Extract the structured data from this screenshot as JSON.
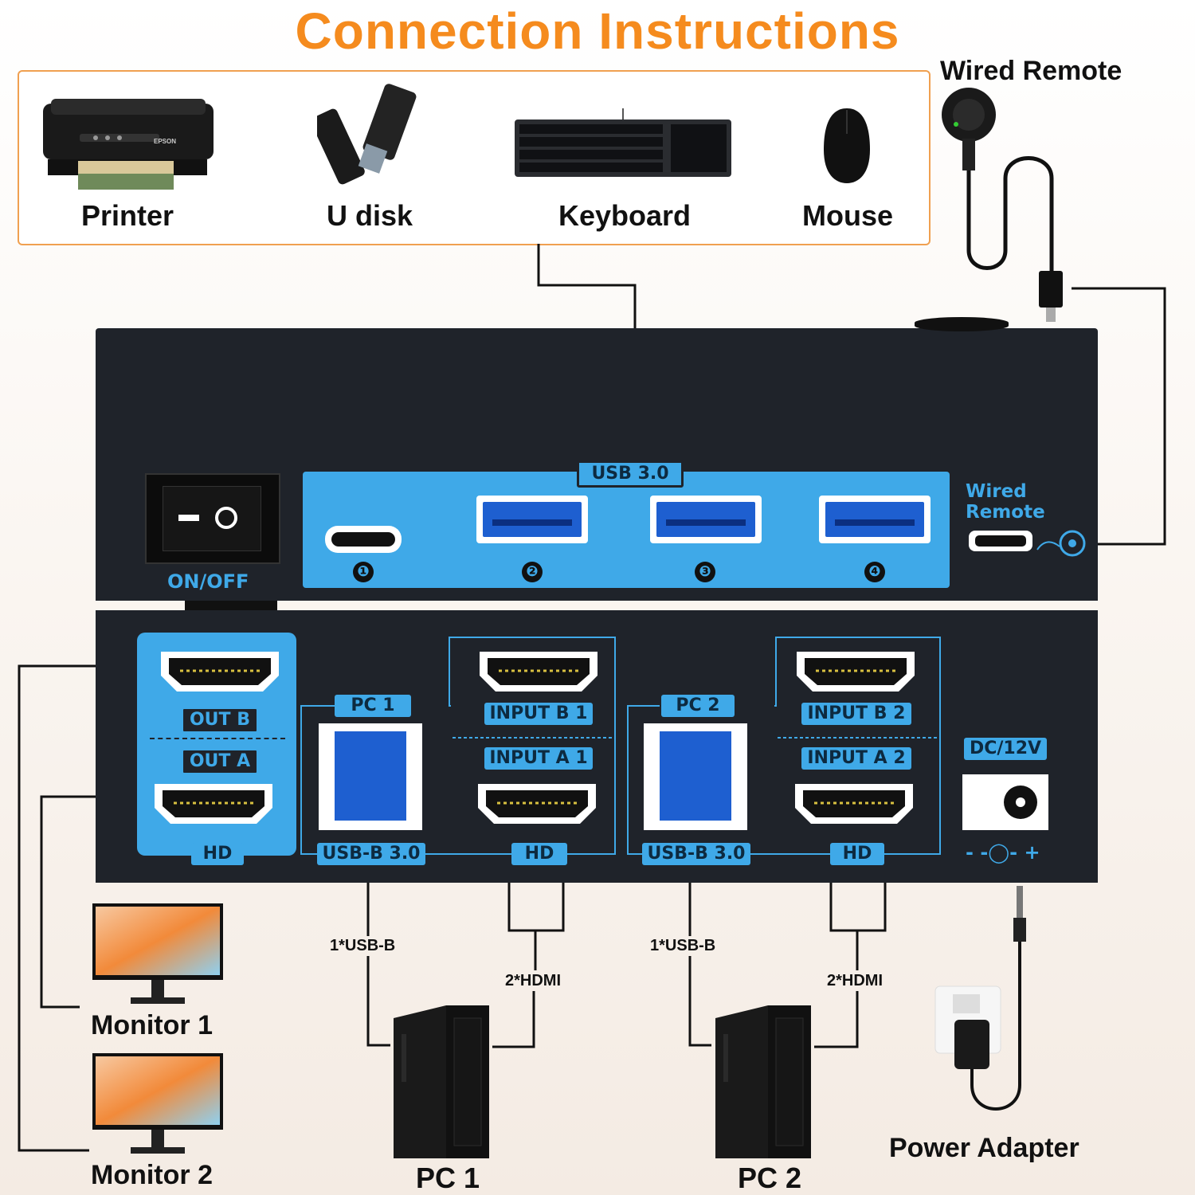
{
  "title": "Connection Instructions",
  "peripherals": [
    {
      "label": "Printer",
      "icon": "printer-icon"
    },
    {
      "label": "U disk",
      "icon": "usb-drive-icon"
    },
    {
      "label": "Keyboard",
      "icon": "keyboard-icon"
    },
    {
      "label": "Mouse",
      "icon": "mouse-icon"
    }
  ],
  "printer_brand": "EPSON",
  "wired_remote_label": "Wired Remote",
  "top_panel": {
    "switch_label": "ON/OFF",
    "usb_header": "USB 3.0",
    "ports": [
      "❶",
      "❷",
      "❸",
      "❹"
    ],
    "remote_line1": "Wired",
    "remote_line2": "Remote"
  },
  "bottom_panel": {
    "out_b": "OUT B",
    "out_a": "OUT A",
    "hd": "HD",
    "pc1": "PC 1",
    "pc2": "PC 2",
    "input_b1": "INPUT B 1",
    "input_a1": "INPUT A 1",
    "input_b2": "INPUT B 2",
    "input_a2": "INPUT A 2",
    "usbb": "USB-B 3.0",
    "dc": "DC/12V",
    "polarity": "- -◯- +"
  },
  "cables": {
    "usb_b": "1*USB-B",
    "hdmi": "2*HDMI"
  },
  "bottom_labels": {
    "monitor1": "Monitor 1",
    "monitor2": "Monitor 2",
    "pc1": "PC 1",
    "pc2": "PC 2",
    "power": "Power Adapter"
  },
  "colors": {
    "title": "#f58b1e",
    "accent_blue": "#3fa9e8",
    "device_body": "#1f232a"
  }
}
